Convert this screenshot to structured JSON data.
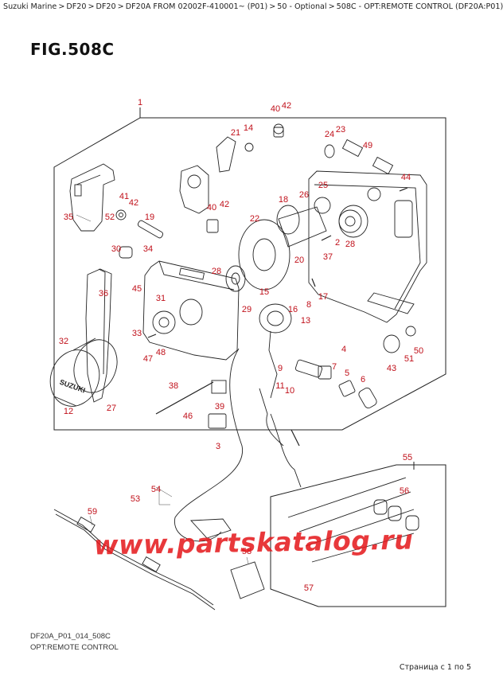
{
  "breadcrumb": [
    "Suzuki Marine",
    "DF20",
    "DF20",
    "DF20A FROM 02002F-410001~ (P01)",
    "50 - Optional",
    "508C - OPT:REMOTE CONTROL (DF20A:P01)"
  ],
  "breadcrumb_separator": ">",
  "figure_title": "FIG.508C",
  "drawing_code": "DF20A_P01_014_508C",
  "subtitle": "OPT:REMOTE CONTROL",
  "watermark": "www.partskatalog.ru",
  "pagination": "Страница с 1 по 5",
  "callout_color": "#c0101a",
  "callouts": [
    "1",
    "2",
    "3",
    "4",
    "5",
    "6",
    "7",
    "8",
    "9",
    "10",
    "11",
    "12",
    "13",
    "14",
    "15",
    "16",
    "17",
    "18",
    "19",
    "20",
    "21",
    "22",
    "23",
    "24",
    "25",
    "26",
    "27",
    "28",
    "29",
    "30",
    "31",
    "32",
    "33",
    "34",
    "35",
    "36",
    "37",
    "38",
    "39",
    "40",
    "41",
    "42",
    "43",
    "44",
    "45",
    "46",
    "47",
    "48",
    "49",
    "50",
    "51",
    "52",
    "53",
    "54",
    "55",
    "56",
    "57",
    "58",
    "59"
  ],
  "stamp_text": "SUZUKI"
}
